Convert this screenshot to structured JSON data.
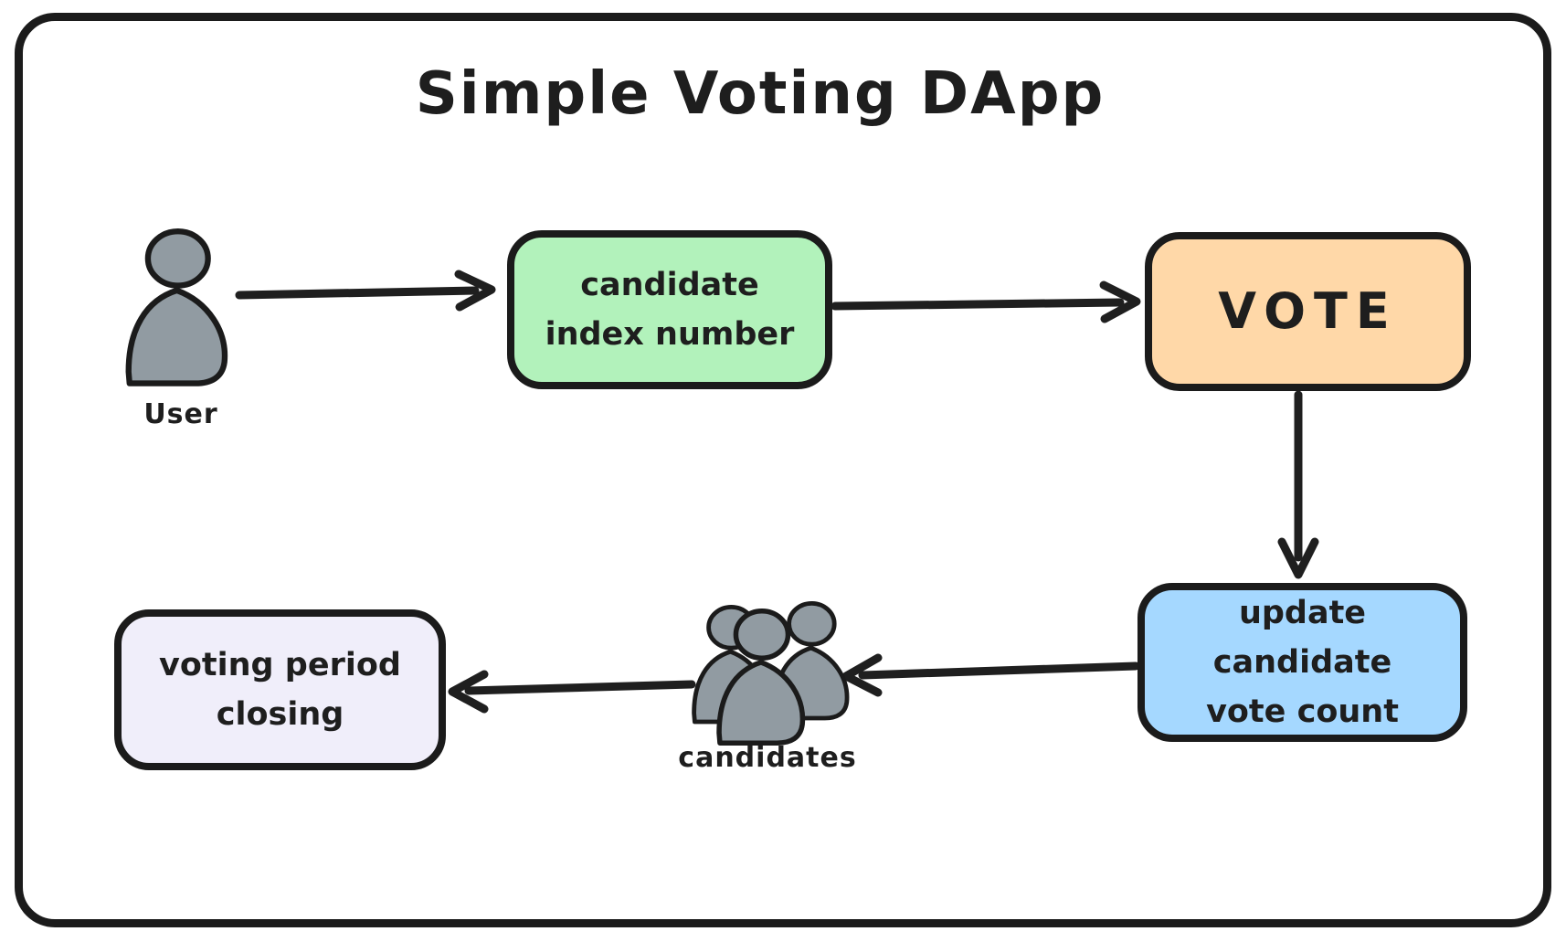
{
  "title": "Simple Voting DApp",
  "actors": {
    "user": {
      "label": "User"
    },
    "candidates": {
      "label": "candidates"
    }
  },
  "nodes": {
    "candidate_index": {
      "line1": "candidate",
      "line2": "index number",
      "fill": "#b2f2bb"
    },
    "vote": {
      "line1": "VOTE",
      "line2": "",
      "fill": "#ffd8a8"
    },
    "update_count": {
      "line1": "update candidate",
      "line2": "vote count",
      "fill": "#a5d8ff"
    },
    "voting_period": {
      "line1": "voting period",
      "line2": "closing",
      "fill": "#f0eefa"
    }
  },
  "icons": {
    "user": "person-icon",
    "candidates": "people-group-icon"
  },
  "colors": {
    "stroke": "#1b1b1b",
    "person_fill": "#919ba2",
    "background": "#ffffff"
  }
}
